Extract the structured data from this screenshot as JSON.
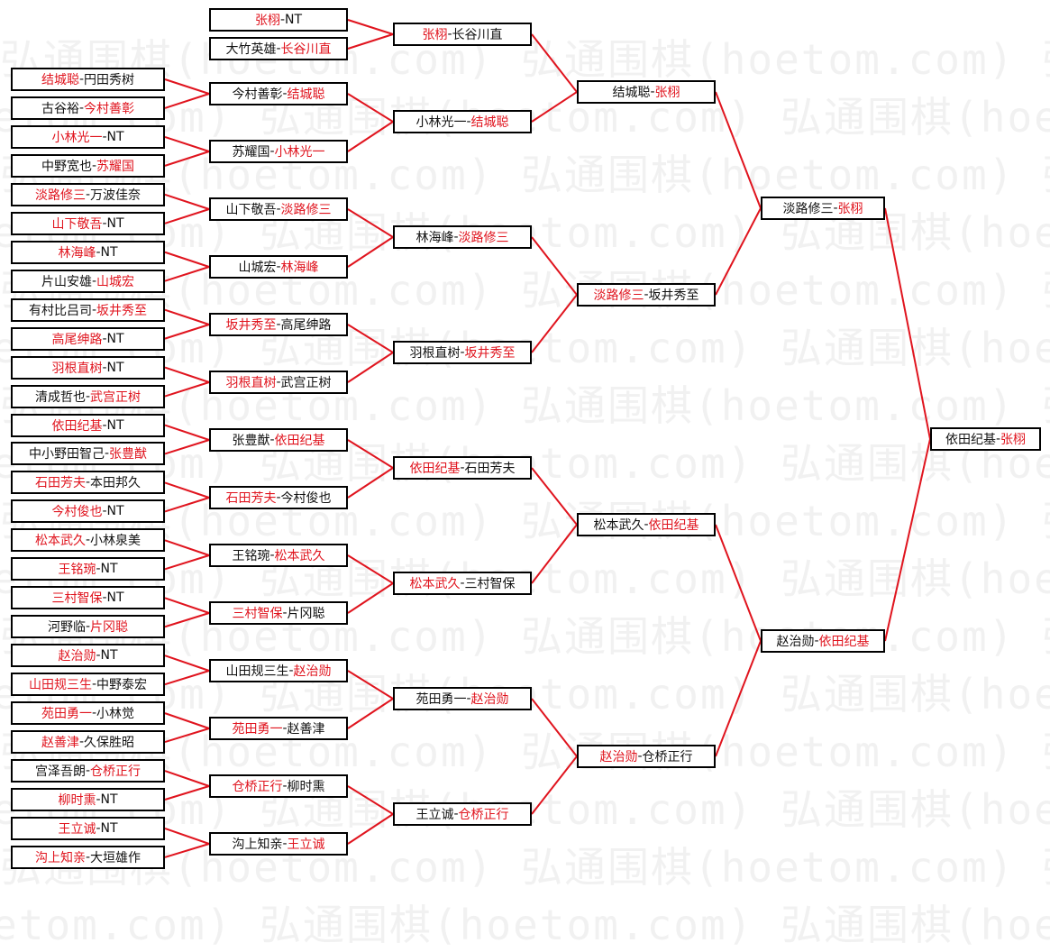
{
  "watermark": "弘通围棋(hoetom.com)",
  "colors": {
    "winner": "#e0141e",
    "line": "#e0141e",
    "text": "#111111"
  },
  "separator": "-",
  "rounds": [
    [
      {
        "a": "结城聪",
        "b": "円田秀树",
        "winner": "a"
      },
      {
        "a": "古谷裕",
        "b": "今村善彰",
        "winner": "b"
      },
      {
        "a": "小林光一",
        "b": "NT",
        "winner": "a"
      },
      {
        "a": "中野宽也",
        "b": "苏耀国",
        "winner": "b"
      },
      {
        "a": "淡路修三",
        "b": "万波佳奈",
        "winner": "a"
      },
      {
        "a": "山下敬吾",
        "b": "NT",
        "winner": "a"
      },
      {
        "a": "林海峰",
        "b": "NT",
        "winner": "a"
      },
      {
        "a": "片山安雄",
        "b": "山城宏",
        "winner": "b"
      },
      {
        "a": "有村比吕司",
        "b": "坂井秀至",
        "winner": "b"
      },
      {
        "a": "高尾绅路",
        "b": "NT",
        "winner": "a"
      },
      {
        "a": "羽根直树",
        "b": "NT",
        "winner": "a"
      },
      {
        "a": "清成哲也",
        "b": "武宫正树",
        "winner": "b"
      },
      {
        "a": "依田纪基",
        "b": "NT",
        "winner": "a"
      },
      {
        "a": "中小野田智己",
        "b": "张豊猷",
        "winner": "b"
      },
      {
        "a": "石田芳夫",
        "b": "本田邦久",
        "winner": "a"
      },
      {
        "a": "今村俊也",
        "b": "NT",
        "winner": "a"
      },
      {
        "a": "松本武久",
        "b": "小林泉美",
        "winner": "a"
      },
      {
        "a": "王铭琬",
        "b": "NT",
        "winner": "a"
      },
      {
        "a": "三村智保",
        "b": "NT",
        "winner": "a"
      },
      {
        "a": "河野临",
        "b": "片冈聪",
        "winner": "b"
      },
      {
        "a": "赵治勋",
        "b": "NT",
        "winner": "a"
      },
      {
        "a": "山田规三生",
        "b": "中野泰宏",
        "winner": "a"
      },
      {
        "a": "苑田勇一",
        "b": "小林觉",
        "winner": "a"
      },
      {
        "a": "赵善津",
        "b": "久保胜昭",
        "winner": "a"
      },
      {
        "a": "宫泽吾朗",
        "b": "仓桥正行",
        "winner": "b"
      },
      {
        "a": "柳时熏",
        "b": "NT",
        "winner": "a"
      },
      {
        "a": "王立诚",
        "b": "NT",
        "winner": "a"
      },
      {
        "a": "沟上知亲",
        "b": "大垣雄作",
        "winner": "a"
      }
    ],
    [
      {
        "a": "张栩",
        "b": "NT",
        "winner": "a"
      },
      {
        "a": "大竹英雄",
        "b": "长谷川直",
        "winner": "b"
      },
      {
        "a": "今村善彰",
        "b": "结城聪",
        "winner": "b"
      },
      {
        "a": "苏耀国",
        "b": "小林光一",
        "winner": "b"
      },
      {
        "a": "山下敬吾",
        "b": "淡路修三",
        "winner": "b"
      },
      {
        "a": "山城宏",
        "b": "林海峰",
        "winner": "b"
      },
      {
        "a": "坂井秀至",
        "b": "高尾绅路",
        "winner": "a"
      },
      {
        "a": "羽根直树",
        "b": "武宫正树",
        "winner": "a"
      },
      {
        "a": "张豊猷",
        "b": "依田纪基",
        "winner": "b"
      },
      {
        "a": "石田芳夫",
        "b": "今村俊也",
        "winner": "a"
      },
      {
        "a": "王铭琬",
        "b": "松本武久",
        "winner": "b"
      },
      {
        "a": "三村智保",
        "b": "片冈聪",
        "winner": "a"
      },
      {
        "a": "山田规三生",
        "b": "赵治勋",
        "winner": "b"
      },
      {
        "a": "苑田勇一",
        "b": "赵善津",
        "winner": "a"
      },
      {
        "a": "仓桥正行",
        "b": "柳时熏",
        "winner": "a"
      },
      {
        "a": "沟上知亲",
        "b": "王立诚",
        "winner": "b"
      }
    ],
    [
      {
        "a": "张栩",
        "b": "长谷川直",
        "winner": "a"
      },
      {
        "a": "小林光一",
        "b": "结城聪",
        "winner": "b"
      },
      {
        "a": "林海峰",
        "b": "淡路修三",
        "winner": "b"
      },
      {
        "a": "羽根直树",
        "b": "坂井秀至",
        "winner": "b"
      },
      {
        "a": "依田纪基",
        "b": "石田芳夫",
        "winner": "a"
      },
      {
        "a": "松本武久",
        "b": "三村智保",
        "winner": "a"
      },
      {
        "a": "苑田勇一",
        "b": "赵治勋",
        "winner": "b"
      },
      {
        "a": "王立诚",
        "b": "仓桥正行",
        "winner": "b"
      }
    ],
    [
      {
        "a": "结城聪",
        "b": "张栩",
        "winner": "b"
      },
      {
        "a": "淡路修三",
        "b": "坂井秀至",
        "winner": "a"
      },
      {
        "a": "松本武久",
        "b": "依田纪基",
        "winner": "b"
      },
      {
        "a": "赵治勋",
        "b": "仓桥正行",
        "winner": "a"
      }
    ],
    [
      {
        "a": "淡路修三",
        "b": "张栩",
        "winner": "b"
      },
      {
        "a": "赵治勋",
        "b": "依田纪基",
        "winner": "b"
      }
    ],
    [
      {
        "a": "依田纪基",
        "b": "张栩",
        "winner": "b"
      }
    ]
  ]
}
